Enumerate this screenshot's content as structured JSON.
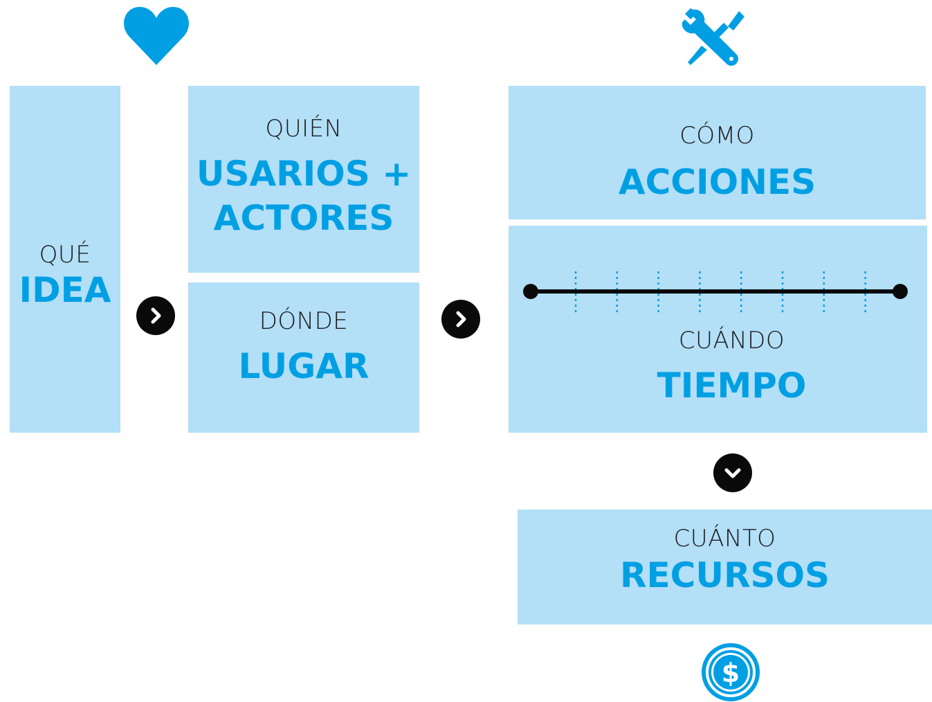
{
  "colors": {
    "box": "#b3dff7",
    "accent": "#009fe3",
    "dark": "#0a0a0a"
  },
  "icons": {
    "top_left": "heart-icon",
    "top_right": "wrench-screwdriver-icon",
    "bottom": "dollar-coin-icon",
    "arrows": [
      "chevron-right-icon",
      "chevron-right-icon",
      "chevron-down-icon"
    ]
  },
  "steps": {
    "que": {
      "question": "QUÉ",
      "answer": "IDEA"
    },
    "quien": {
      "question": "QUIÉN",
      "answer_line1": "USARIOS +",
      "answer_line2": "ACTORES"
    },
    "donde": {
      "question": "DÓNDE",
      "answer": "LUGAR"
    },
    "como": {
      "question": "CÓMO",
      "answer": "ACCIONES"
    },
    "cuando": {
      "question": "CUÁNDO",
      "answer": "TIEMPO"
    },
    "cuanto": {
      "question": "CUÁNTO",
      "answer": "RECURSOS"
    }
  },
  "timeline": {
    "tick_count": 8
  }
}
